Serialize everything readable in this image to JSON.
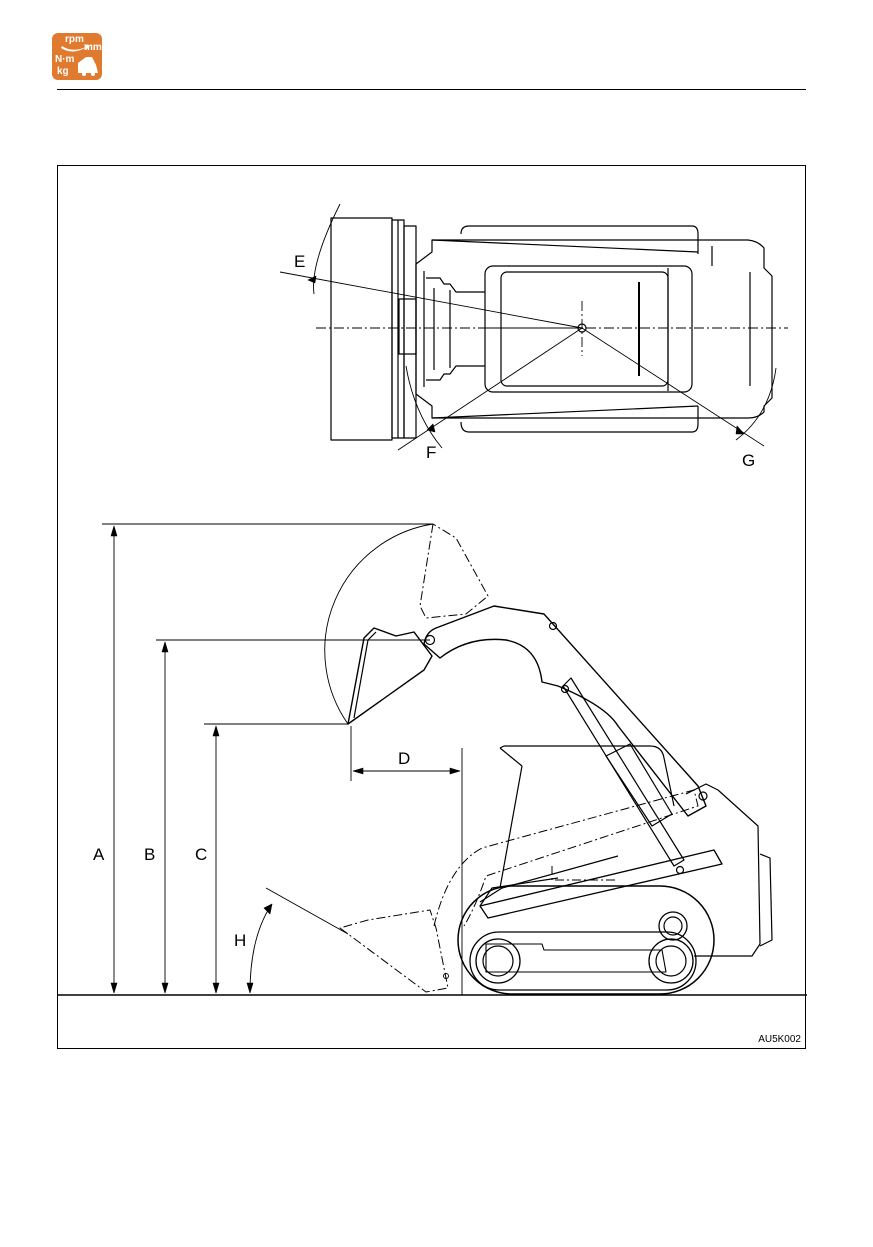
{
  "logo": {
    "rpm": "rpm",
    "mm": "mm",
    "nm": "N·m",
    "kg": "kg",
    "color": "#e07a2e"
  },
  "diagram": {
    "code": "AU5K002",
    "labels": {
      "a": "A",
      "b": "B",
      "c": "C",
      "d": "D",
      "e": "E",
      "f": "F",
      "g": "G",
      "h": "H"
    }
  }
}
